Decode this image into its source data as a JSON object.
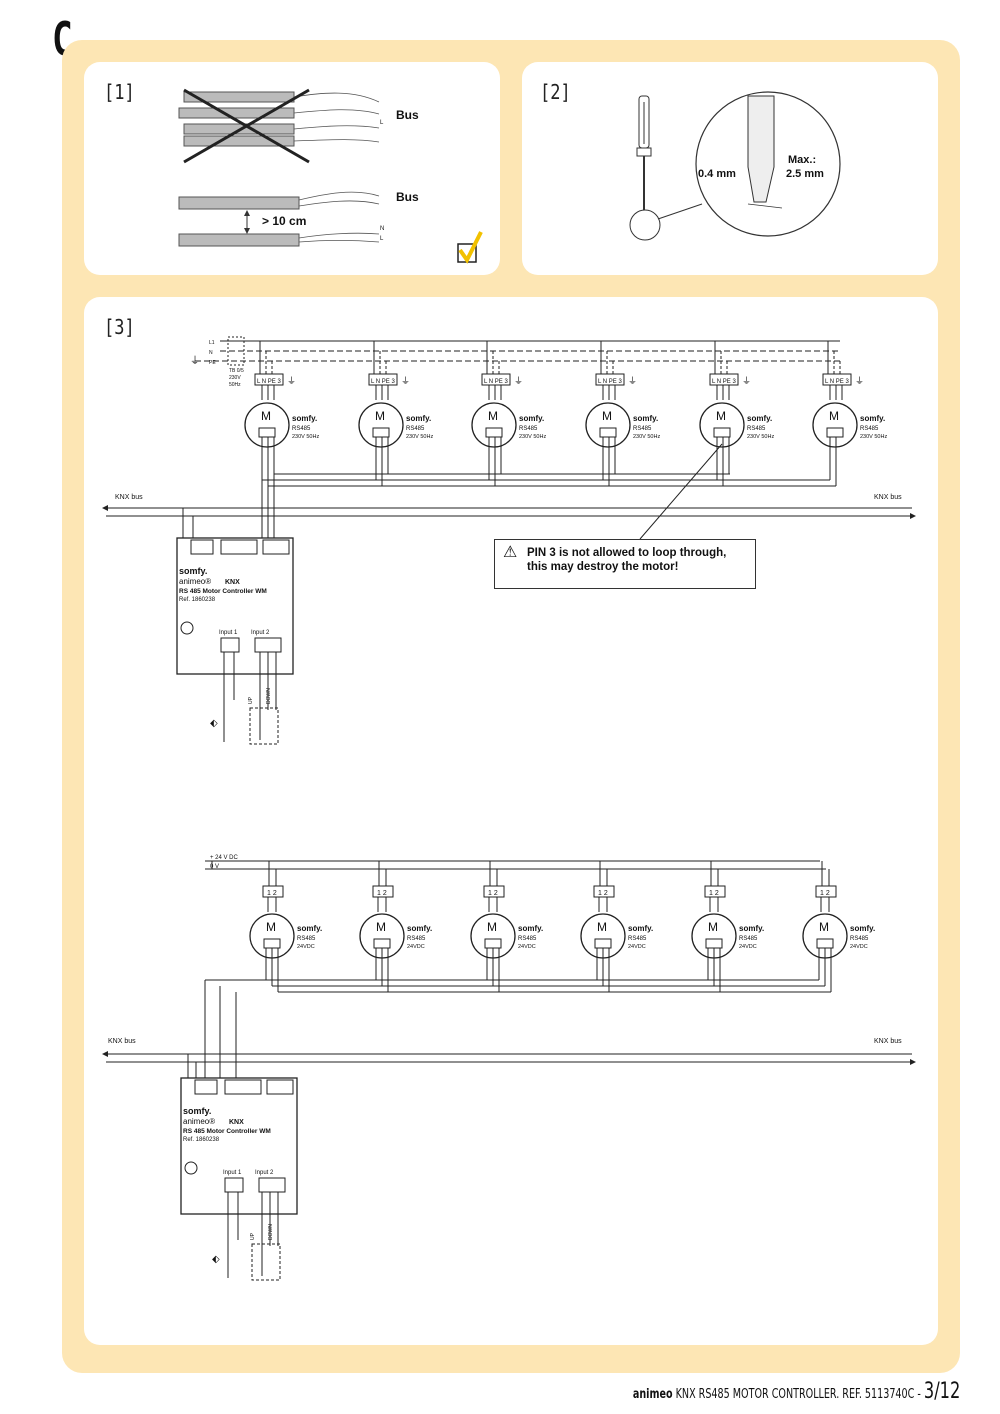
{
  "section": "C",
  "panels": {
    "p1": {
      "label": "[1]",
      "bus_top": "Bus",
      "bus_bottom": "Bus",
      "distance": "> 10 cm",
      "wire_labels": [
        "L",
        "N",
        "L"
      ]
    },
    "p2": {
      "label": "[2]",
      "tip_width": "0.4 mm",
      "max_label": "Max.:",
      "max_value": "2.5 mm"
    },
    "p3": {
      "label": "[3]",
      "supply_lines": [
        "L1",
        "N",
        "PE"
      ],
      "supply_spec": [
        "TB 0/5",
        "230V",
        "50Hz"
      ],
      "motor_terminals_230": [
        "L",
        "N",
        "PE",
        "3"
      ],
      "motor_letter": "M",
      "motor_brand": "somfy.",
      "motor_protocol": "RS485",
      "motor_voltage_230": "230V 50Hz",
      "motor_voltage_24": "24VDC",
      "knx_bus_left": "KNX bus",
      "knx_bus_right": "KNX bus",
      "warning_line1": "PIN 3 is not allowed to loop through,",
      "warning_line2": "this may destroy the motor!",
      "controller_brand": "somfy.",
      "controller_product": "animeo®",
      "controller_knx": "KNX",
      "controller_model": "RS 485 Motor Controller WM",
      "controller_ref_1": "Ref. 1860238",
      "controller_ref_2": "Ref. 1860238",
      "input1": "Input 1",
      "input2": "Input 2",
      "dc_plus": "+ 24 V DC",
      "dc_zero": "0 V",
      "switch_labels": [
        "C",
        "UP",
        "DOWN"
      ]
    }
  },
  "footer": {
    "brand": "animeo",
    "doc": " KNX RS485 MOTOR CONTROLLER. REF. 5113740C - ",
    "page": "3/12"
  }
}
